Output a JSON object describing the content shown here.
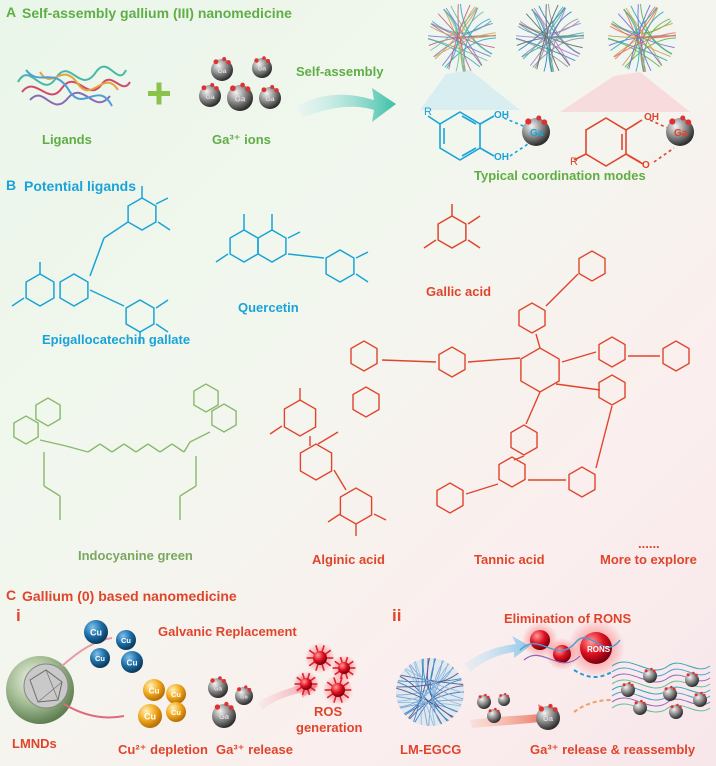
{
  "panel_a": {
    "letter": "A",
    "title": "Self-assembly gallium (III) nanomedicine",
    "plus": "+",
    "ligands_label": "Ligands",
    "ga_ions_label": "Ga³⁺ ions",
    "arrow_label": "Self-assembly",
    "coordination_label": "Typical coordination modes",
    "ga_symbol": "Ga",
    "r_symbol": "R",
    "groups": [
      "OH",
      "OH",
      "OH",
      "O"
    ]
  },
  "panel_b": {
    "letter": "B",
    "title": "Potential  ligands",
    "molecules": {
      "egcg": "Epigallocatechin gallate",
      "quercetin": "Quercetin",
      "gallic": "Gallic acid",
      "icg": "Indocyanine green",
      "alginic": "Alginic acid",
      "tannic": "Tannic acid",
      "more": "More to explore"
    },
    "ellipsis": "......"
  },
  "panel_c": {
    "letter": "C",
    "title": "Gallium (0) based nanomedicine",
    "sub_i": "i",
    "sub_ii": "ii",
    "galvanic": "Galvanic Replacement",
    "lmnds": "LMNDs",
    "cu_depletion": "Cu²⁺ depletion",
    "ga_release": "Ga³⁺ release",
    "ros_line1": "ROS",
    "ros_line2": "generation",
    "elimination": "Elimination of RONS",
    "rons_ball": "RONS",
    "lm_egcg": "LM-EGCG",
    "reassembly": "Ga³⁺ release & reassembly",
    "cu_symbol": "Cu"
  },
  "colors": {
    "green": "#5fae45",
    "blue": "#1aa3d8",
    "red": "#e0452c",
    "gold": "#f2a81d",
    "cu_blue": "#1d6fa8"
  }
}
